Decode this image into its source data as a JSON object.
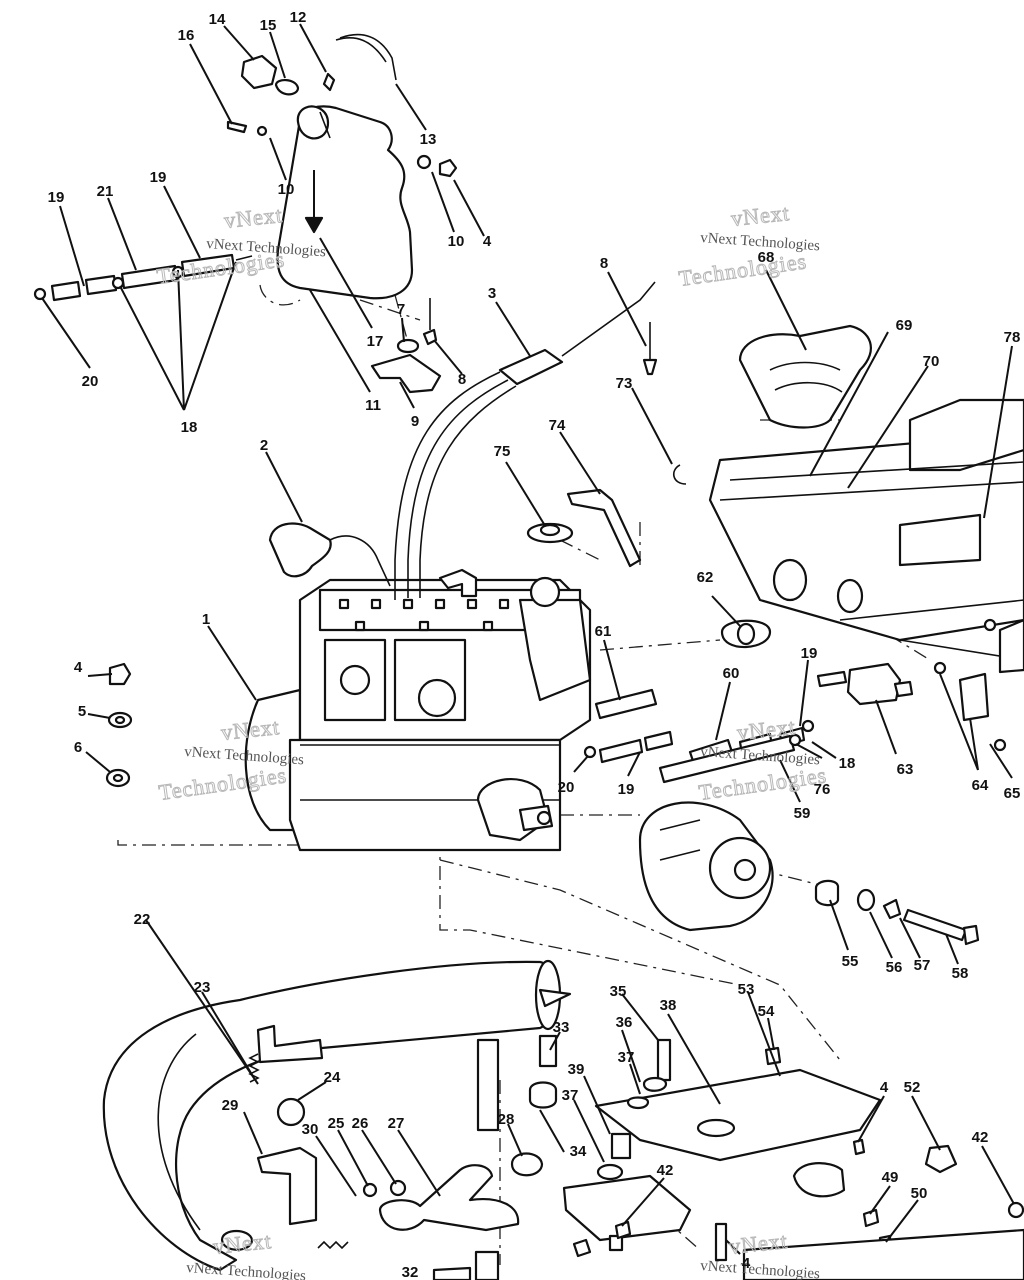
{
  "watermark": {
    "brand": "vNext",
    "line1": "vNext Technologies",
    "line2": "Technologies"
  },
  "callouts": [
    {
      "label": "14"
    },
    {
      "label": "15"
    },
    {
      "label": "12"
    },
    {
      "label": "16"
    },
    {
      "label": "13"
    },
    {
      "label": "10"
    },
    {
      "label": "10"
    },
    {
      "label": "4"
    },
    {
      "label": "19"
    },
    {
      "label": "21"
    },
    {
      "label": "19"
    },
    {
      "label": "20"
    },
    {
      "label": "18"
    },
    {
      "label": "17"
    },
    {
      "label": "7"
    },
    {
      "label": "8"
    },
    {
      "label": "11"
    },
    {
      "label": "9"
    },
    {
      "label": "3"
    },
    {
      "label": "8"
    },
    {
      "label": "68"
    },
    {
      "label": "69"
    },
    {
      "label": "70"
    },
    {
      "label": "78"
    },
    {
      "label": "73"
    },
    {
      "label": "74"
    },
    {
      "label": "75"
    },
    {
      "label": "2"
    },
    {
      "label": "1"
    },
    {
      "label": "62"
    },
    {
      "label": "61"
    },
    {
      "label": "60"
    },
    {
      "label": "19"
    },
    {
      "label": "18"
    },
    {
      "label": "63"
    },
    {
      "label": "64"
    },
    {
      "label": "65"
    },
    {
      "label": "4"
    },
    {
      "label": "5"
    },
    {
      "label": "6"
    },
    {
      "label": "20"
    },
    {
      "label": "19"
    },
    {
      "label": "76"
    },
    {
      "label": "59"
    },
    {
      "label": "55"
    },
    {
      "label": "56"
    },
    {
      "label": "57"
    },
    {
      "label": "58"
    },
    {
      "label": "22"
    },
    {
      "label": "23"
    },
    {
      "label": "35"
    },
    {
      "label": "38"
    },
    {
      "label": "53"
    },
    {
      "label": "54"
    },
    {
      "label": "33"
    },
    {
      "label": "36"
    },
    {
      "label": "37"
    },
    {
      "label": "39"
    },
    {
      "label": "37"
    },
    {
      "label": "24"
    },
    {
      "label": "29"
    },
    {
      "label": "30"
    },
    {
      "label": "25"
    },
    {
      "label": "26"
    },
    {
      "label": "27"
    },
    {
      "label": "28"
    },
    {
      "label": "34"
    },
    {
      "label": "4"
    },
    {
      "label": "52"
    },
    {
      "label": "42"
    },
    {
      "label": "42"
    },
    {
      "label": "49"
    },
    {
      "label": "50"
    },
    {
      "label": "32"
    },
    {
      "label": "4"
    }
  ]
}
